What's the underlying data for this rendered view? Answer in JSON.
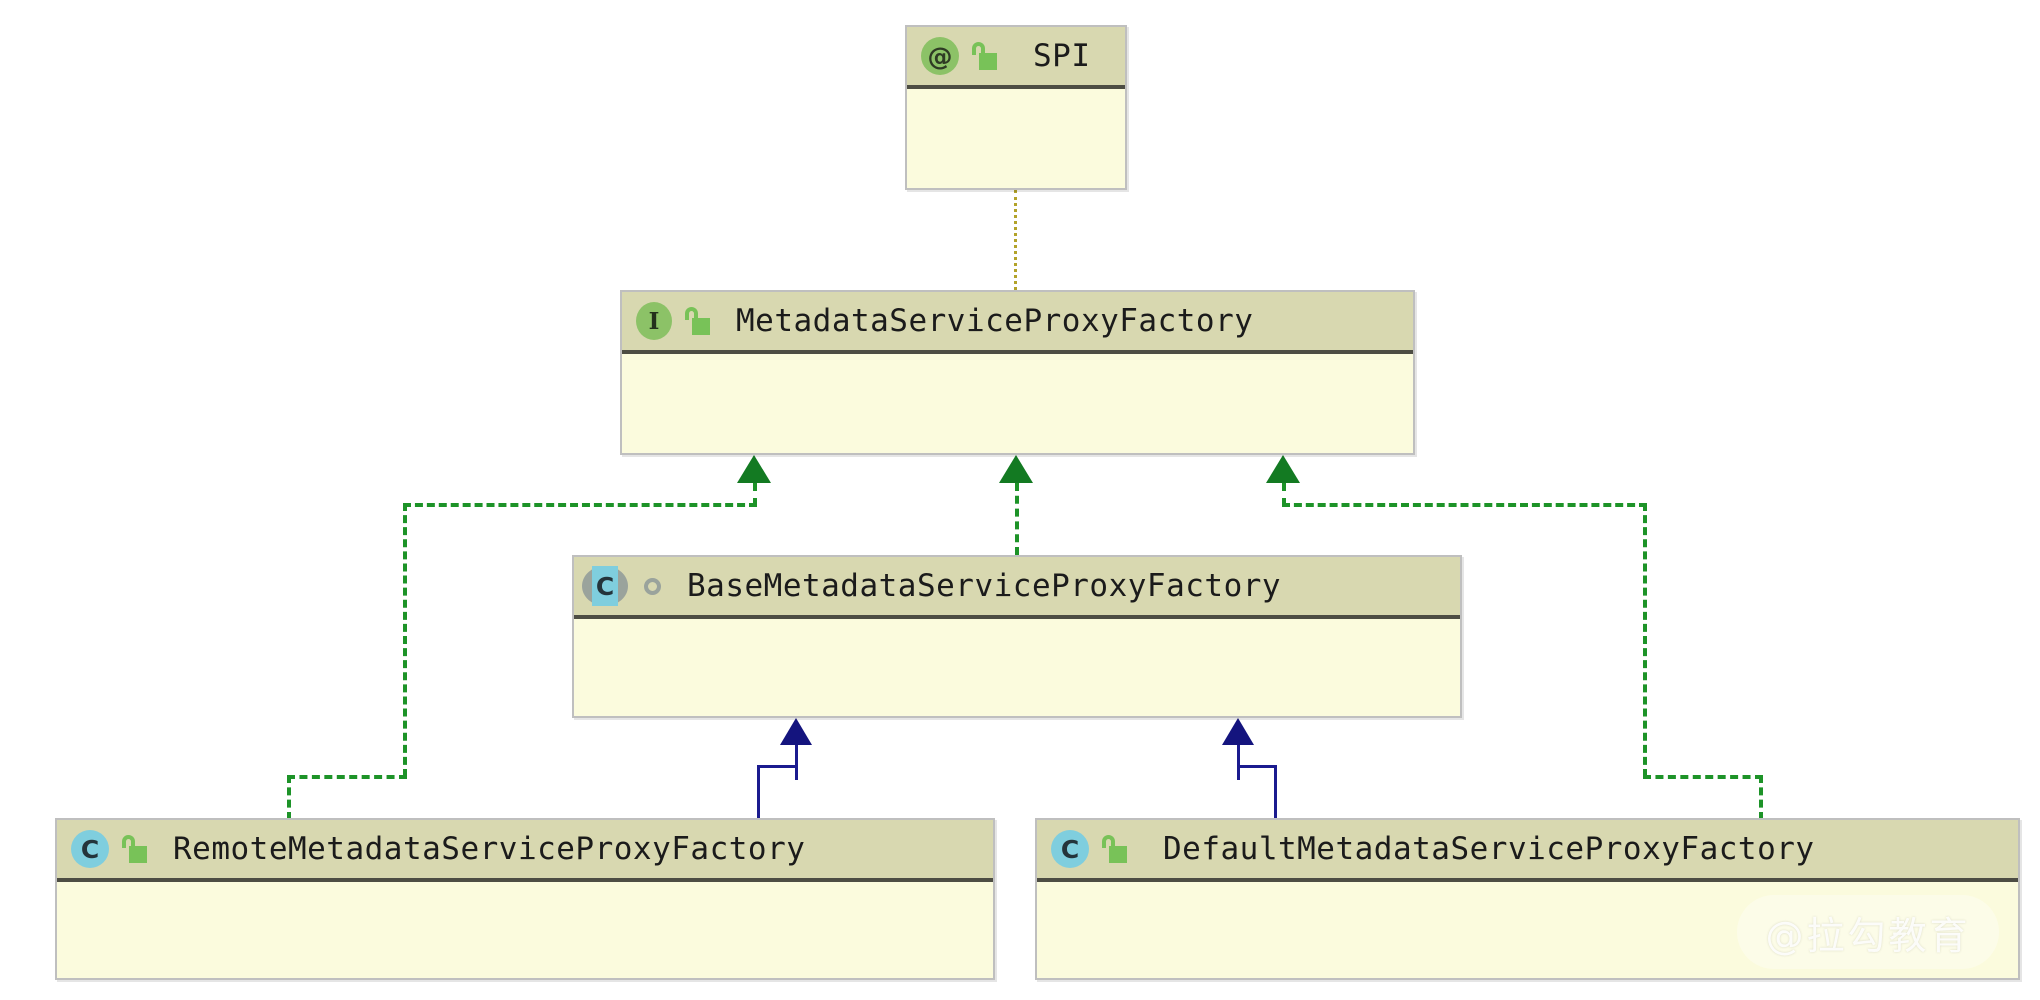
{
  "diagram": {
    "type": "uml-class-diagram",
    "title": "MetadataServiceProxyFactory hierarchy",
    "colors": {
      "node_header": "#d8d8b0",
      "node_body": "#fbfbdd",
      "node_border": "#bfbfbf",
      "header_divider": "#4d4d43",
      "realization_line": "#1d9328",
      "generalization_line": "#1b1b8f",
      "annotation_line": "#b3a32a",
      "interface_icon": "#8cc267",
      "class_icon": "#7fcede",
      "abstract_marker": "#9aa39c",
      "lock_public": "#78c258"
    }
  },
  "nodes": [
    {
      "id": "spi",
      "name": "SPI",
      "stereotype": "annotation",
      "icon": "at-annotation-icon",
      "icon_label": "@",
      "visibility": "public",
      "visibility_icon": "lock-open-icon"
    },
    {
      "id": "metadata_service_proxy_factory",
      "name": "MetadataServiceProxyFactory",
      "stereotype": "interface",
      "icon": "interface-icon",
      "icon_label": "I",
      "visibility": "public",
      "visibility_icon": "lock-open-icon"
    },
    {
      "id": "base_metadata_service_proxy_factory",
      "name": "BaseMetadataServiceProxyFactory",
      "stereotype": "abstract-class",
      "icon": "abstract-class-icon",
      "icon_label": "C",
      "visibility": "package-private",
      "visibility_icon": "circle-package-icon"
    },
    {
      "id": "remote_metadata_service_proxy_factory",
      "name": "RemoteMetadataServiceProxyFactory",
      "stereotype": "class",
      "icon": "class-icon",
      "icon_label": "C",
      "visibility": "public",
      "visibility_icon": "lock-open-icon"
    },
    {
      "id": "default_metadata_service_proxy_factory",
      "name": "DefaultMetadataServiceProxyFactory",
      "stereotype": "class",
      "icon": "class-icon",
      "icon_label": "C",
      "visibility": "public",
      "visibility_icon": "lock-open-icon"
    }
  ],
  "edges": [
    {
      "id": "e1",
      "from": "spi",
      "to": "metadata_service_proxy_factory",
      "kind": "annotation",
      "style": "dotted",
      "arrow": "none",
      "color": "#b3a32a"
    },
    {
      "id": "e2",
      "from": "base_metadata_service_proxy_factory",
      "to": "metadata_service_proxy_factory",
      "kind": "realization",
      "style": "dashed",
      "arrow": "filled-triangle",
      "color": "#1d9328"
    },
    {
      "id": "e3",
      "from": "remote_metadata_service_proxy_factory",
      "to": "metadata_service_proxy_factory",
      "kind": "realization",
      "style": "dashed",
      "arrow": "filled-triangle",
      "color": "#1d9328"
    },
    {
      "id": "e4",
      "from": "default_metadata_service_proxy_factory",
      "to": "metadata_service_proxy_factory",
      "kind": "realization",
      "style": "dashed",
      "arrow": "filled-triangle",
      "color": "#1d9328"
    },
    {
      "id": "e5",
      "from": "remote_metadata_service_proxy_factory",
      "to": "base_metadata_service_proxy_factory",
      "kind": "generalization",
      "style": "solid",
      "arrow": "filled-triangle",
      "color": "#1b1b8f"
    },
    {
      "id": "e6",
      "from": "default_metadata_service_proxy_factory",
      "to": "base_metadata_service_proxy_factory",
      "kind": "generalization",
      "style": "solid",
      "arrow": "filled-triangle",
      "color": "#1b1b8f"
    }
  ],
  "watermark": {
    "text": "@拉勾教育"
  }
}
